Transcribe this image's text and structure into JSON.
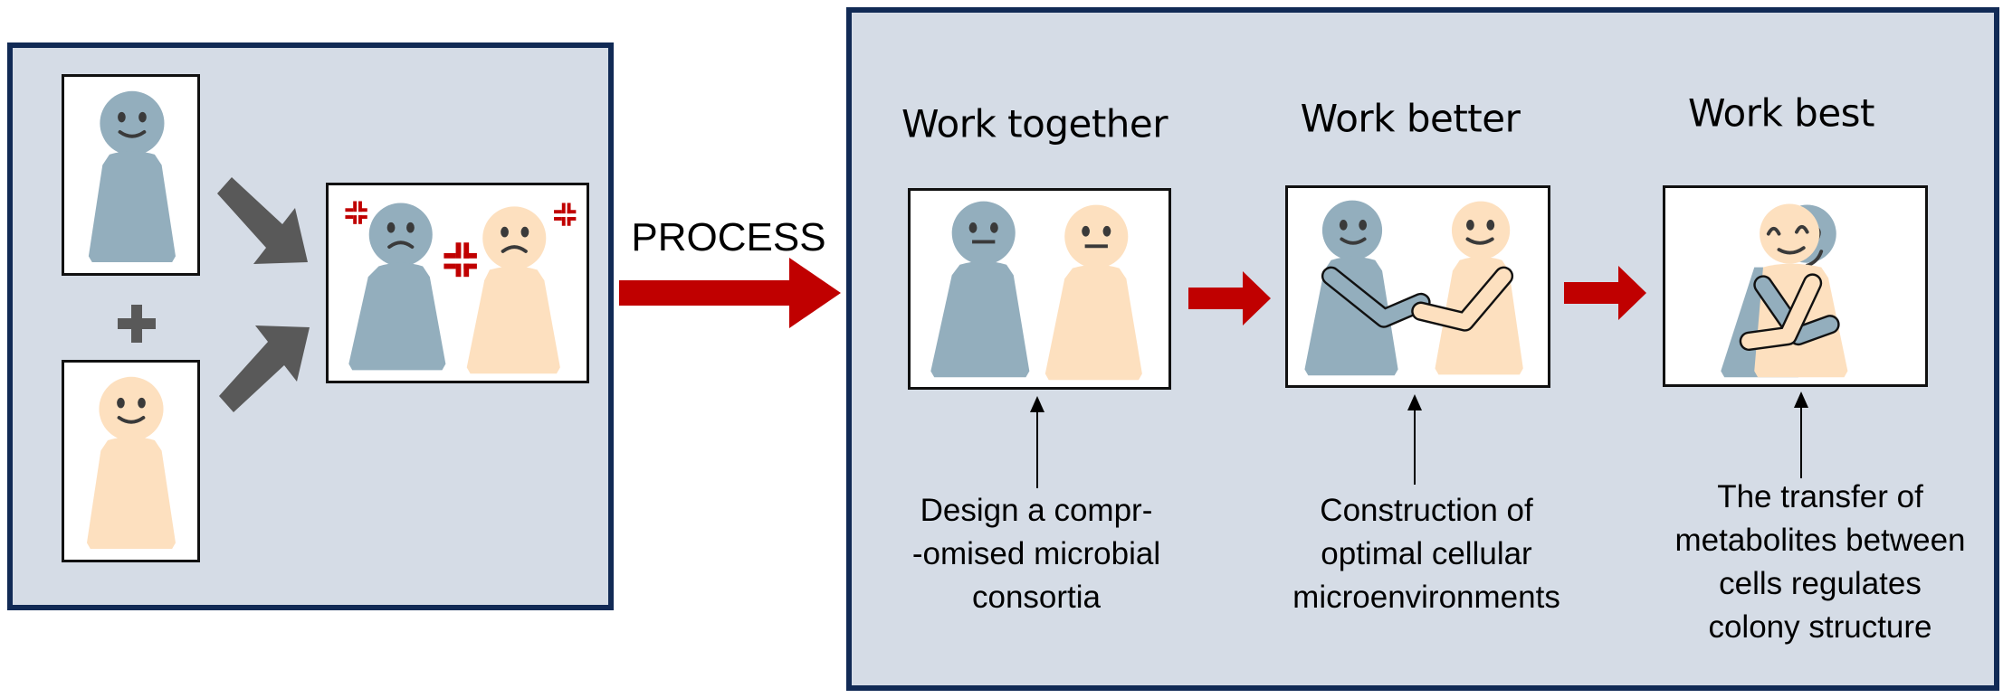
{
  "colors": {
    "panel_bg": "#d5dce6",
    "panel_border": "#112a55",
    "blue_figure": "#93aebd",
    "peach_figure": "#fde0bf",
    "dark_arrow": "#595959",
    "red_arrow": "#c00000",
    "anger_mark": "#c00000",
    "face_features": "#3a3a3a"
  },
  "left_panel": {
    "figures": [
      {
        "name": "blue-microbe",
        "mood": "happy"
      },
      {
        "name": "peach-microbe",
        "mood": "happy"
      }
    ],
    "plus_symbol": "+",
    "result": {
      "description": "conflict",
      "moods": [
        "sad",
        "sad"
      ],
      "anger_marks": 3
    }
  },
  "process": {
    "label": "PROCESS"
  },
  "stages": [
    {
      "title": "Work together",
      "scene": "neutral-side-by-side",
      "description_lines": [
        "Design a compr-",
        "-omised microbial",
        "consortia"
      ]
    },
    {
      "title": "Work better",
      "scene": "holding-hands",
      "description_lines": [
        "Construction of",
        "optimal cellular",
        "microenvironments"
      ]
    },
    {
      "title": "Work best",
      "scene": "hugging",
      "description_lines": [
        "The transfer of",
        "metabolites between",
        "cells regulates",
        "colony structure"
      ]
    }
  ]
}
